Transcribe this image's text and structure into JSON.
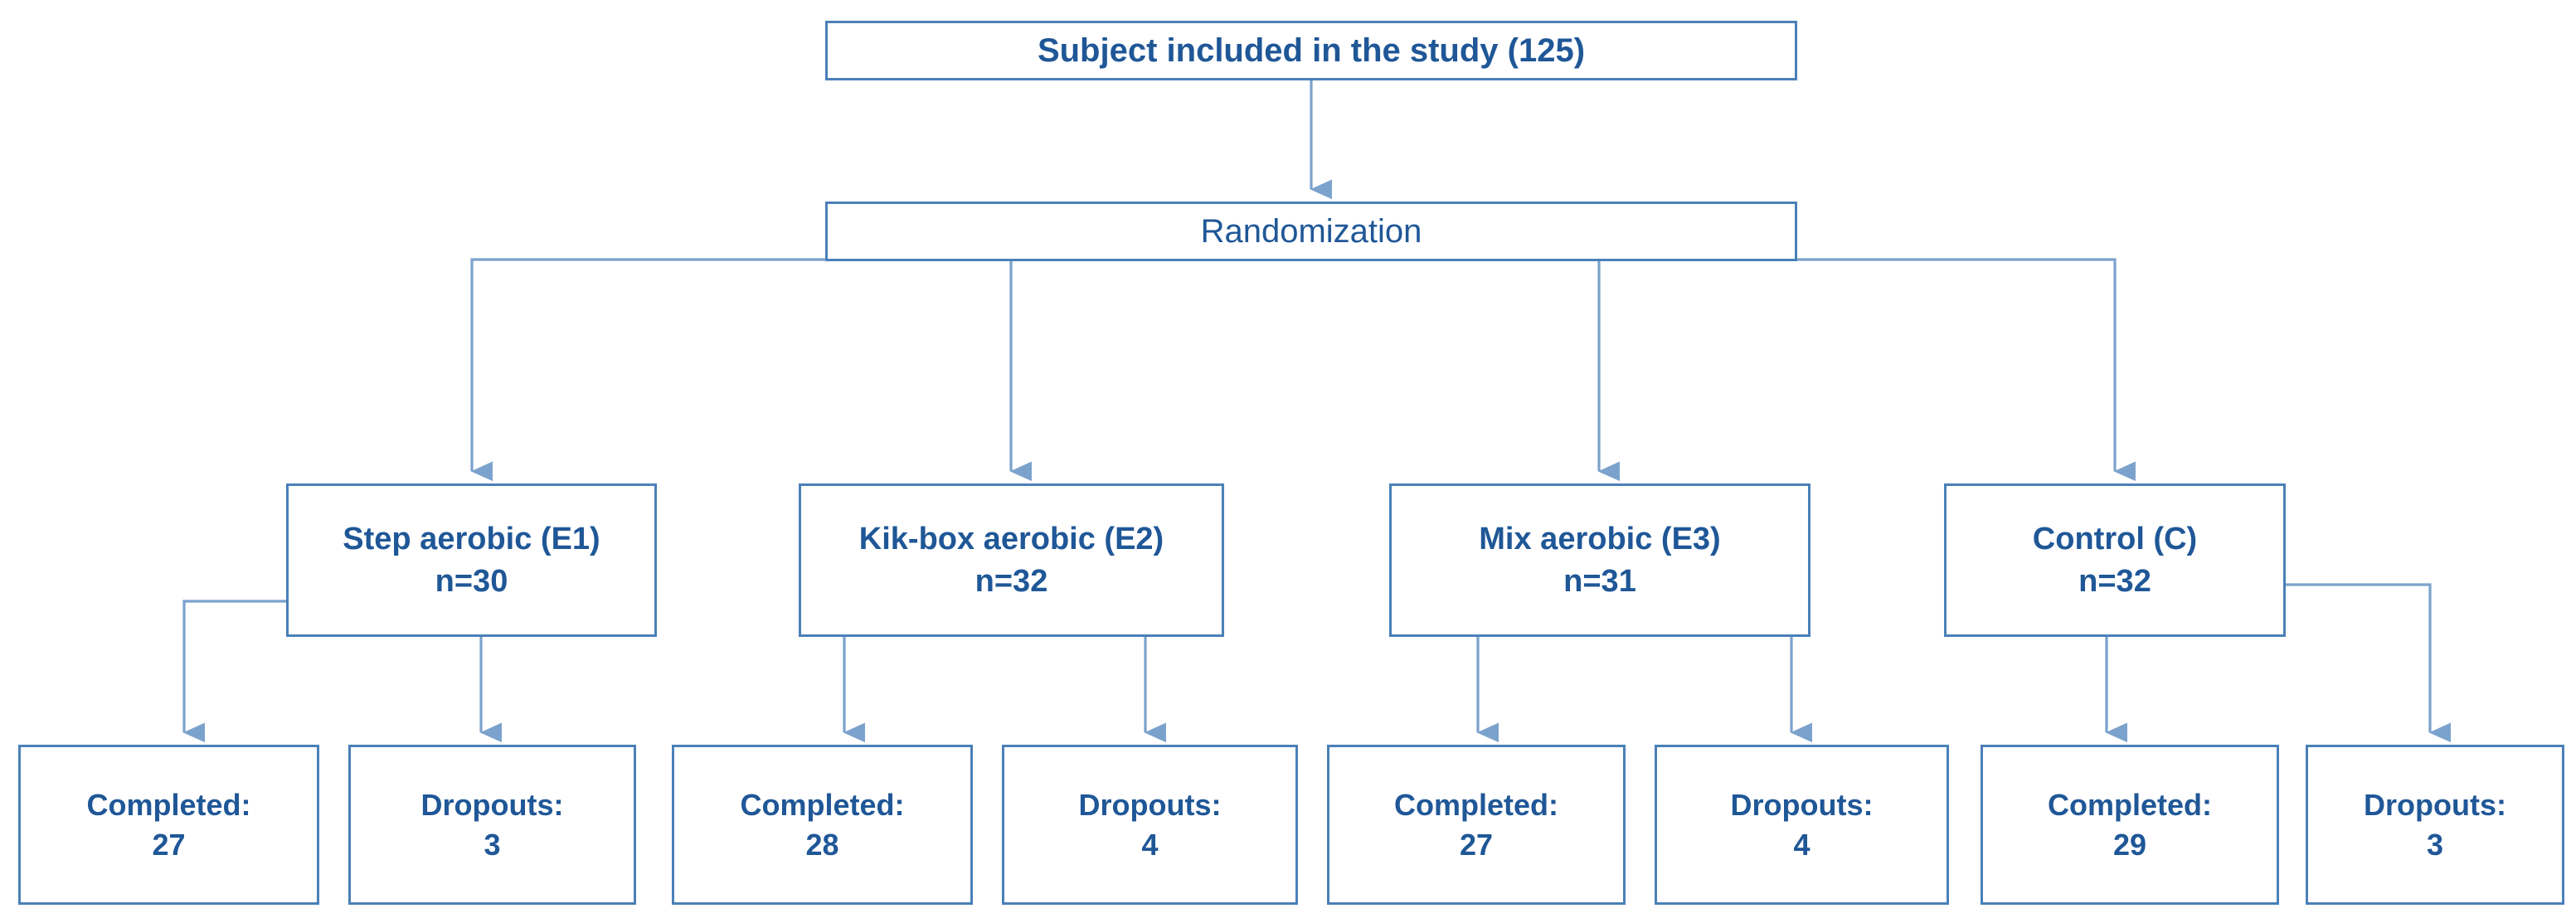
{
  "diagram": {
    "title": "CONSORT participant flow diagram",
    "colors": {
      "text_blue": "#1F5797",
      "border_blue": "#4A80B8",
      "connector_blue": "#7BA2CC",
      "background": "#FFFFFF"
    },
    "nodes": {
      "root": {
        "label": "Subject included in the study (125)",
        "count": 125
      },
      "randomization": {
        "label": "Randomization"
      },
      "groups": [
        {
          "name": "Step aerobic (E1)",
          "n": "n=30",
          "code": "E1",
          "n_value": 30
        },
        {
          "name": "Kik-box aerobic (E2)",
          "n": "n=32",
          "code": "E2",
          "n_value": 32
        },
        {
          "name": "Mix aerobic (E3)",
          "n": "n=31",
          "code": "E3",
          "n_value": 31
        },
        {
          "name": "Control (C)",
          "n": "n=32",
          "code": "C",
          "n_value": 32
        }
      ],
      "outcomes": [
        {
          "label": "Completed:",
          "value": "27",
          "group": "E1",
          "kind": "completed"
        },
        {
          "label": "Dropouts:",
          "value": "3",
          "group": "E1",
          "kind": "dropouts"
        },
        {
          "label": "Completed:",
          "value": "28",
          "group": "E2",
          "kind": "completed"
        },
        {
          "label": "Dropouts:",
          "value": "4",
          "group": "E2",
          "kind": "dropouts"
        },
        {
          "label": "Completed:",
          "value": "27",
          "group": "E3",
          "kind": "completed"
        },
        {
          "label": "Dropouts:",
          "value": "4",
          "group": "E3",
          "kind": "dropouts"
        },
        {
          "label": "Completed:",
          "value": "29",
          "group": "C",
          "kind": "completed"
        },
        {
          "label": "Dropouts:",
          "value": "3",
          "group": "C",
          "kind": "dropouts"
        }
      ]
    }
  }
}
